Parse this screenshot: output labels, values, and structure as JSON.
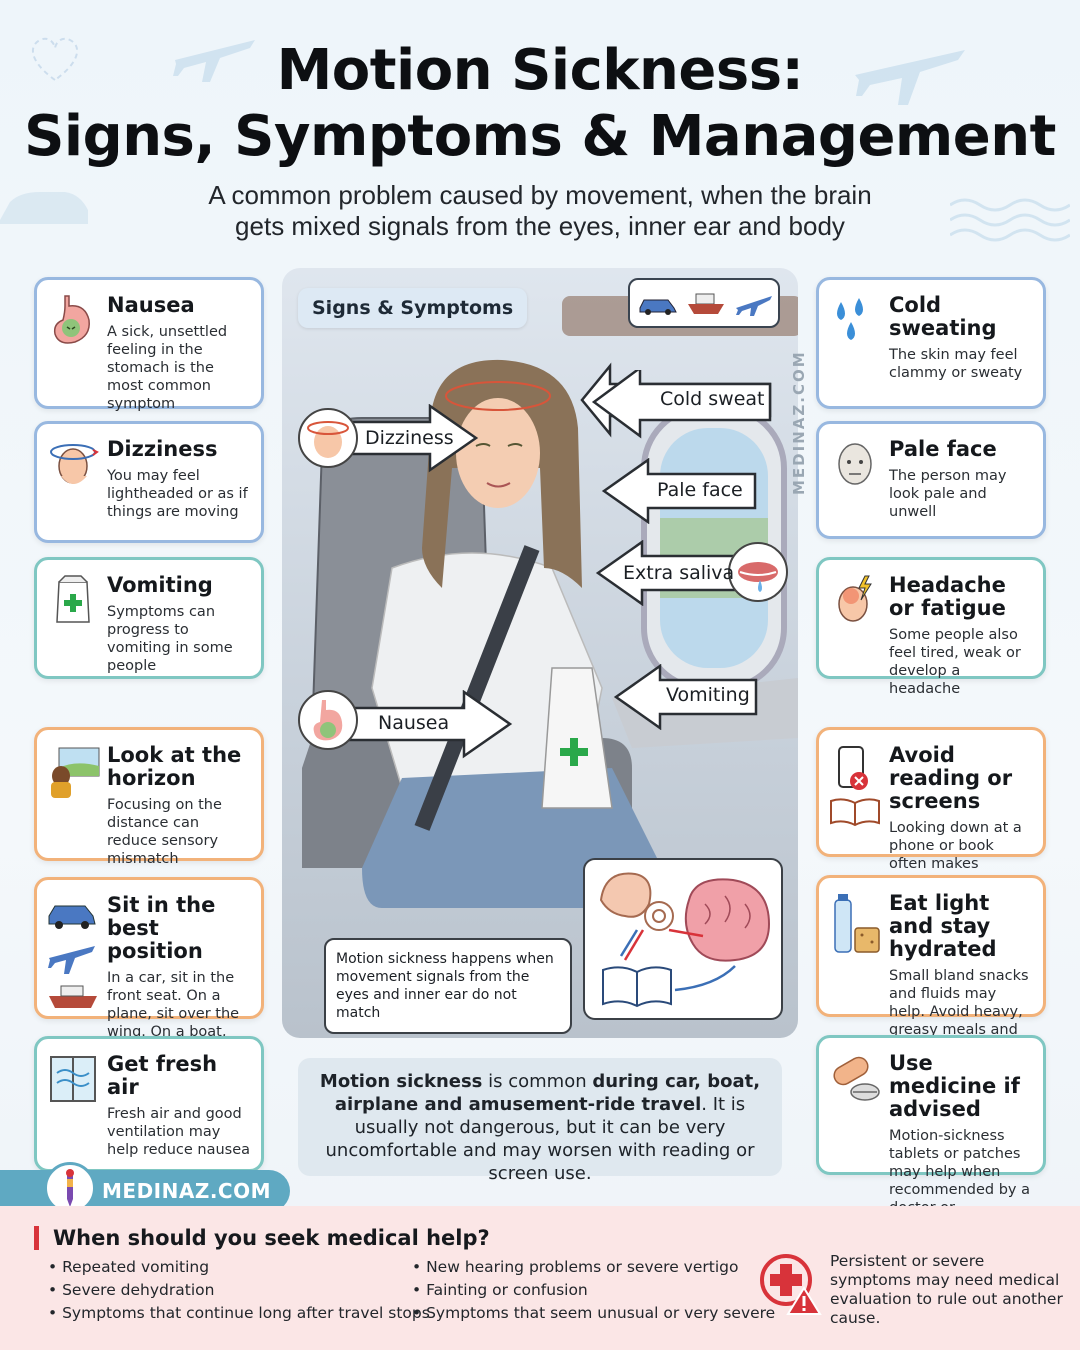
{
  "header": {
    "title_line1": "Motion Sickness:",
    "title_line2": "Signs, Symptoms & Management",
    "subtitle_line1": "A common problem caused by movement, when the brain",
    "subtitle_line2": "gets mixed signals from the eyes, inner ear and body"
  },
  "left_cards": [
    {
      "title": "Nausea",
      "desc": "A sick, unsettled feeling in the stomach is the most common symptom",
      "icon": "stomach-icon"
    },
    {
      "title": "Dizziness",
      "desc": "You may feel lightheaded or as if things are moving",
      "icon": "dizzy-head-icon"
    },
    {
      "title": "Vomiting",
      "desc": "Symptoms can progress to vomiting in some people",
      "icon": "sick-bag-icon"
    },
    {
      "title": "Look at the horizon",
      "desc": "Focusing on the distance can reduce sensory mismatch",
      "icon": "horizon-icon"
    },
    {
      "title": "Sit in the best position",
      "desc": "In a car, sit in the front seat. On a plane, sit over the wing. On a boat, stay mid-ship.",
      "icon": "vehicles-icon"
    },
    {
      "title": "Get fresh air",
      "desc": "Fresh air and good ventilation may help reduce nausea",
      "icon": "window-air-icon"
    }
  ],
  "right_cards": [
    {
      "title": "Cold sweating",
      "desc": "The skin may feel clammy or sweaty",
      "icon": "sweat-drops-icon"
    },
    {
      "title": "Pale face",
      "desc": "The person may look pale and unwell",
      "icon": "pale-face-icon"
    },
    {
      "title": "Headache or fatigue",
      "desc": "Some people also feel tired, weak or develop a headache",
      "icon": "headache-icon"
    },
    {
      "title": "Avoid reading or screens",
      "desc": "Looking down at a phone or book often makes symptoms worse",
      "icon": "phone-book-icon"
    },
    {
      "title": "Eat light and stay hydrated",
      "desc": "Small bland snacks and fluids may help. Avoid heavy, greasy meals and alcohol before travel.",
      "icon": "water-snacks-icon"
    },
    {
      "title": "Use medicine if advised",
      "desc": "Motion-sickness tablets or patches may help when recommended by a doctor or pharmacist",
      "icon": "medicine-icon"
    }
  ],
  "center": {
    "section_label": "Signs & Symptoms",
    "labels": {
      "cold_sweat": "Cold sweat",
      "dizziness": "Dizziness",
      "pale_face": "Pale face",
      "extra_saliva": "Extra saliva",
      "vomiting": "Vomiting",
      "nausea": "Nausea"
    },
    "watermark": "MEDINAZ.COM",
    "mismatch_text": "Motion sickness happens when movement signals from the eyes and inner ear do not match"
  },
  "info": {
    "b1": "Motion sickness",
    "t1": " is common ",
    "b2": "during car, boat, airplane and amusement-ride travel",
    "t2": ". It is usually not dangerous, but it can be very uncomfortable and may worsen with reading or screen use."
  },
  "brand": "MEDINAZ.COM",
  "footer": {
    "title": "When should you seek medical help?",
    "col1": [
      "Repeated vomiting",
      "Severe dehydration",
      "Symptoms that continue long after travel stops"
    ],
    "col2": [
      "New hearing problems or severe vertigo",
      "Fainting or confusion",
      "Symptoms that seem unusual or very severe"
    ],
    "note": "Persistent or severe symptoms may need medical evaluation to rule out another cause."
  },
  "colors": {
    "card_blue": "#98b8e0",
    "card_teal": "#7fc7c2",
    "card_orange": "#f2b27a",
    "brand": "#5fa9c2",
    "alert_red": "#d8333a",
    "footer_bg": "#fbe6e6"
  }
}
